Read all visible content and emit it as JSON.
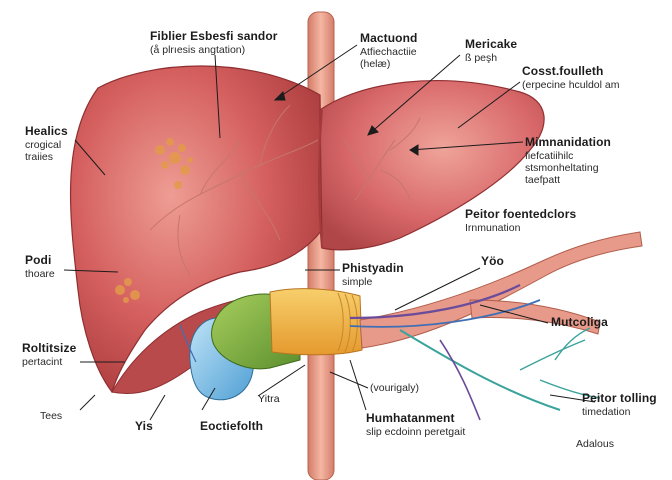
{
  "labels": {
    "top_left": {
      "title": "Fiblier Esbesfi sandor",
      "sub": "(å plrıesis angtation)"
    },
    "top_mid": {
      "title": "Mactuond",
      "sub1": "Atfiechactiie",
      "sub2": "(helæ)"
    },
    "top_right": {
      "title": "Mericake",
      "sub": "ß peşh"
    },
    "right_1": {
      "title": "Cosst.foulleth",
      "sub": "(erpecine hculdol am"
    },
    "left_1": {
      "title": "Healics",
      "sub1": "crogical",
      "sub2": "traiies"
    },
    "right_2": {
      "title": "Mimnanidation",
      "sub1": "fiefcatiihilc",
      "sub2": "stsmonheltating",
      "sub3": "taefpatt"
    },
    "right_3": {
      "title": "Peitor foentedclors",
      "sub": "Irnmunation"
    },
    "left_2": {
      "title": "Podi",
      "sub": "thoare"
    },
    "mid_1": {
      "title": "Phistyadin",
      "sub": "simple"
    },
    "right_4": {
      "title": "Yöo"
    },
    "right_5": {
      "title": "Mutcoliga"
    },
    "left_3": {
      "title": "Roltitsize",
      "sub": "pertacint"
    },
    "mid_2": {
      "title": "(vourigaly)"
    },
    "right_6": {
      "title": "Peitor tolling",
      "sub": "timedation"
    },
    "left_4": {
      "title": "Tees"
    },
    "bot_1": {
      "title": "Yis"
    },
    "bot_2": {
      "title": "Eoctiefolth"
    },
    "bot_3": {
      "title": "Yitra"
    },
    "bot_4": {
      "title": "Humhatanment",
      "sub": "slip ecdoinn peretgait"
    },
    "bot_right": {
      "title": "Adalous"
    }
  },
  "colors": {
    "liver": "#d45f5e",
    "liver_dark": "#a93a3c",
    "liver_light": "#ee9d94",
    "vein": "#e8a08c",
    "gallbladder_green": "#7fae3f",
    "blue_duct": "#7fc0e6",
    "orange_duct": "#f2b046",
    "artery": "#d98a73",
    "purple_vessel": "#6b4c9a",
    "teal_vessel": "#3aa39b"
  }
}
